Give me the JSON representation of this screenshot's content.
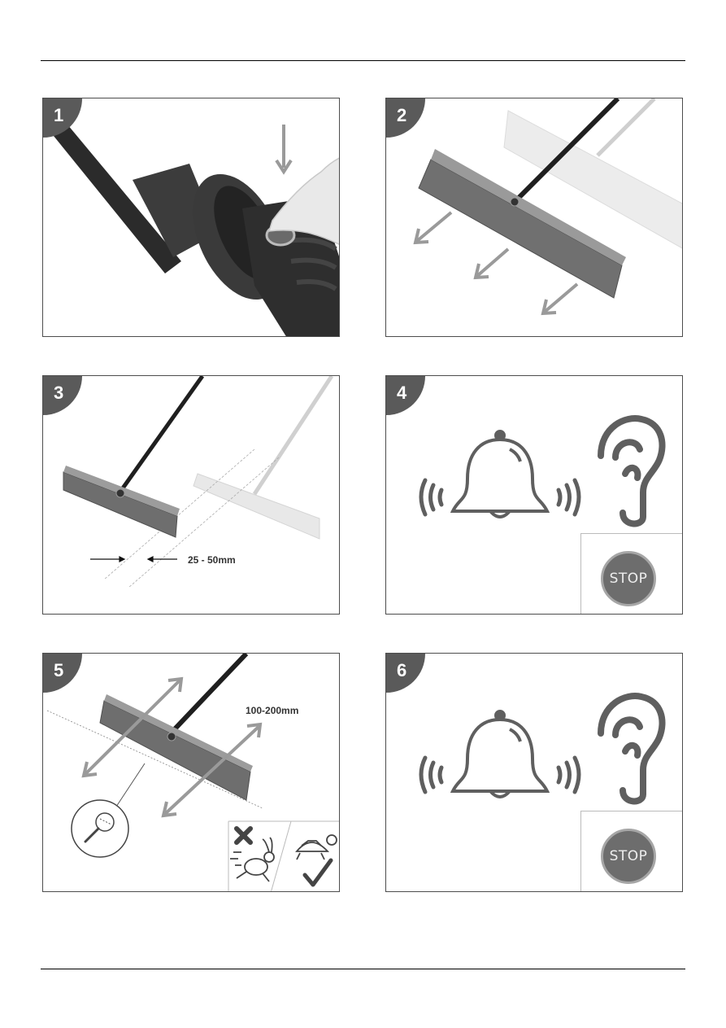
{
  "panels": [
    {
      "number": "1"
    },
    {
      "number": "2"
    },
    {
      "number": "3",
      "measurement": "25 - 50mm"
    },
    {
      "number": "4",
      "stop_text": "STOP"
    },
    {
      "number": "5",
      "measurement": "100-200mm"
    },
    {
      "number": "6",
      "stop_text": "STOP"
    }
  ],
  "icons": {
    "arrow": "arrow-icon",
    "bell": "bell-icon",
    "ear": "ear-icon",
    "sound_waves": "sound-waves-icon",
    "magnifier": "magnifier-icon",
    "hare": "hare-icon",
    "tortoise": "tortoise-icon",
    "check": "check-icon",
    "cross": "cross-icon"
  },
  "colors": {
    "badge": "#5a5a5a",
    "stop_sign": "#6d6d6d",
    "stop_ring": "#a6a6a6",
    "icon_gray": "#5f5f5f",
    "arrow_gray": "#9a9a9a"
  }
}
